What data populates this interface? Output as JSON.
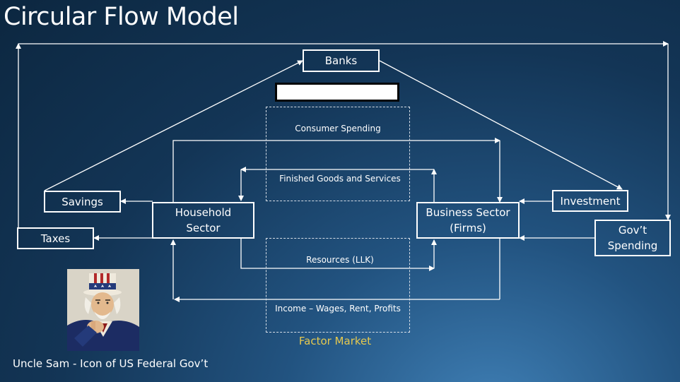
{
  "title": "Circular Flow Model",
  "boxes": {
    "banks": "Banks",
    "savings": "Savings",
    "taxes": "Taxes",
    "household_line1": "Household",
    "household_line2": "Sector",
    "business_line1": "Business Sector",
    "business_line2": "(Firms)",
    "investment": "Investment",
    "govt_line1": "Gov’t",
    "govt_line2": "Spending"
  },
  "flows": {
    "consumer_spending": "Consumer Spending",
    "finished_goods": "Finished Goods and Services",
    "resources": "Resources (LLK)",
    "income": "Income – Wages, Rent, Profits"
  },
  "factor_market": "Factor Market",
  "caption": "Uncle Sam -  Icon of US Federal Gov’t",
  "colors": {
    "background": "#133556",
    "accent_text": "#e6c94f",
    "line": "#ffffff"
  }
}
